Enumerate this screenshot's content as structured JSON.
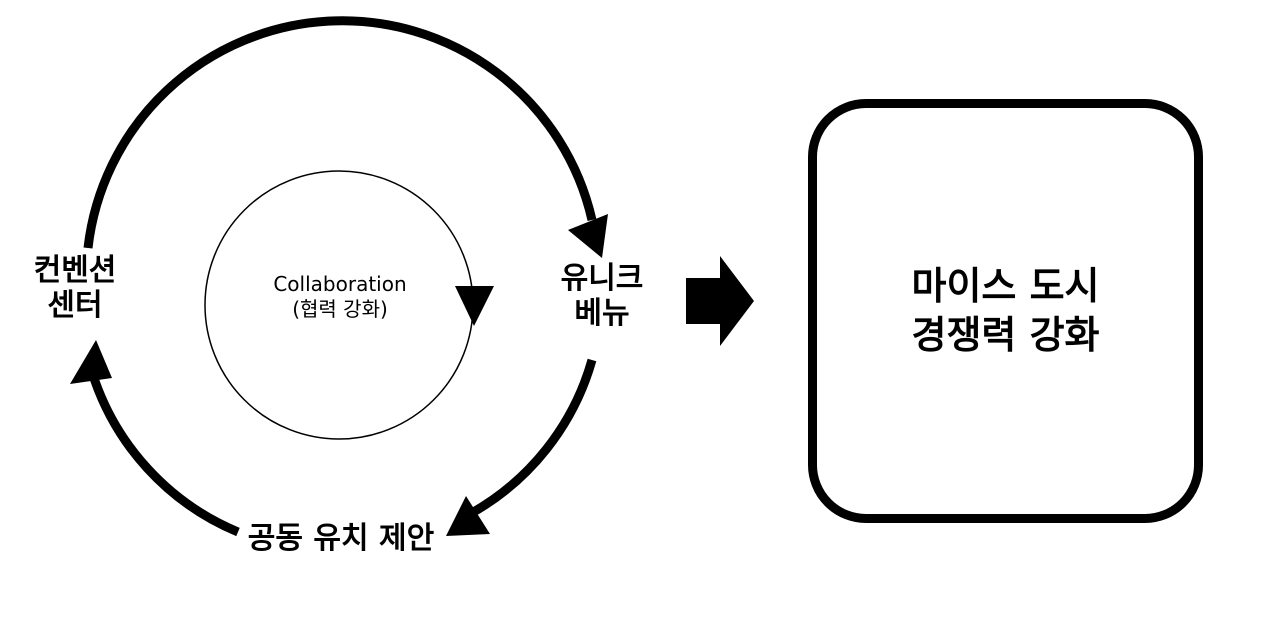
{
  "cycle": {
    "nodes": [
      {
        "id": "convention-center",
        "lines": [
          "컨벤션",
          "센터"
        ]
      },
      {
        "id": "unique-venue",
        "lines": [
          "유니크",
          "베뉴"
        ]
      },
      {
        "id": "joint-bid-proposal",
        "lines": [
          "공동 유치 제안"
        ]
      }
    ],
    "inner": {
      "title": "Collaboration",
      "subtitle": "(협력 강화)"
    }
  },
  "result": {
    "lines": [
      "마이스 도시",
      "경쟁력 강화"
    ]
  },
  "colors": {
    "stroke": "#000000",
    "background": "#ffffff"
  }
}
